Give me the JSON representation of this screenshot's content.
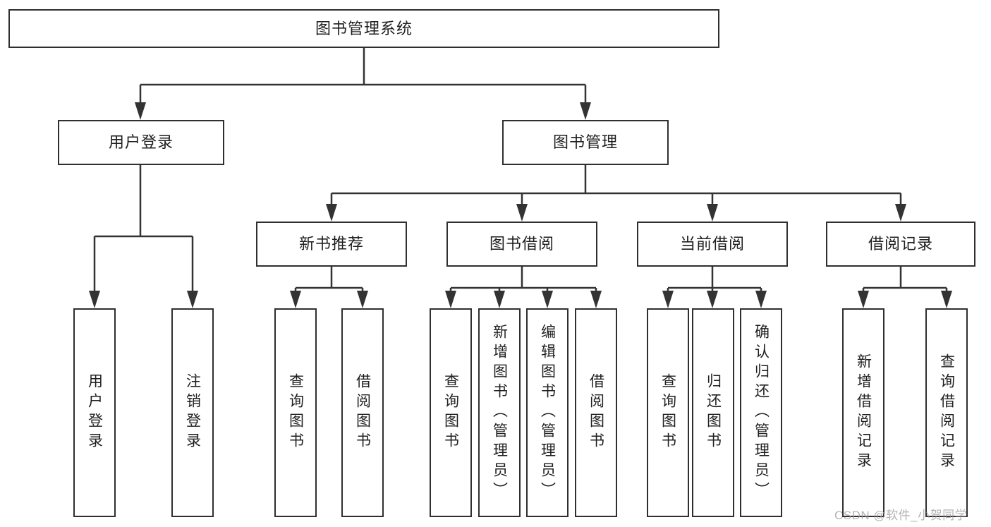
{
  "tree": {
    "root": {
      "label": "图书管理系统"
    },
    "level2": [
      {
        "label": "用户登录",
        "children": [
          {
            "label": "用户登录"
          },
          {
            "label": "注销登录"
          }
        ]
      },
      {
        "label": "图书管理",
        "children": [
          {
            "label": "新书推荐",
            "children": [
              {
                "label": "查询图书"
              },
              {
                "label": "借阅图书"
              }
            ]
          },
          {
            "label": "图书借阅",
            "children": [
              {
                "label": "查询图书"
              },
              {
                "label": "新增图书（管理员）"
              },
              {
                "label": "编辑图书（管理员）"
              },
              {
                "label": "借阅图书"
              }
            ]
          },
          {
            "label": "当前借阅",
            "children": [
              {
                "label": "查询图书"
              },
              {
                "label": "归还图书"
              },
              {
                "label": "确认归还（管理员）"
              }
            ]
          },
          {
            "label": "借阅记录",
            "children": [
              {
                "label": "新增借阅记录"
              },
              {
                "label": "查询借阅记录"
              }
            ]
          }
        ]
      }
    ]
  },
  "watermark": {
    "text": "CSDN @软件_小贺同学"
  },
  "colors": {
    "line": "#333333",
    "box_border": "#2f2f2f",
    "text": "#1f1f1f",
    "watermark": "#9e9e9e",
    "background": "#ffffff"
  }
}
